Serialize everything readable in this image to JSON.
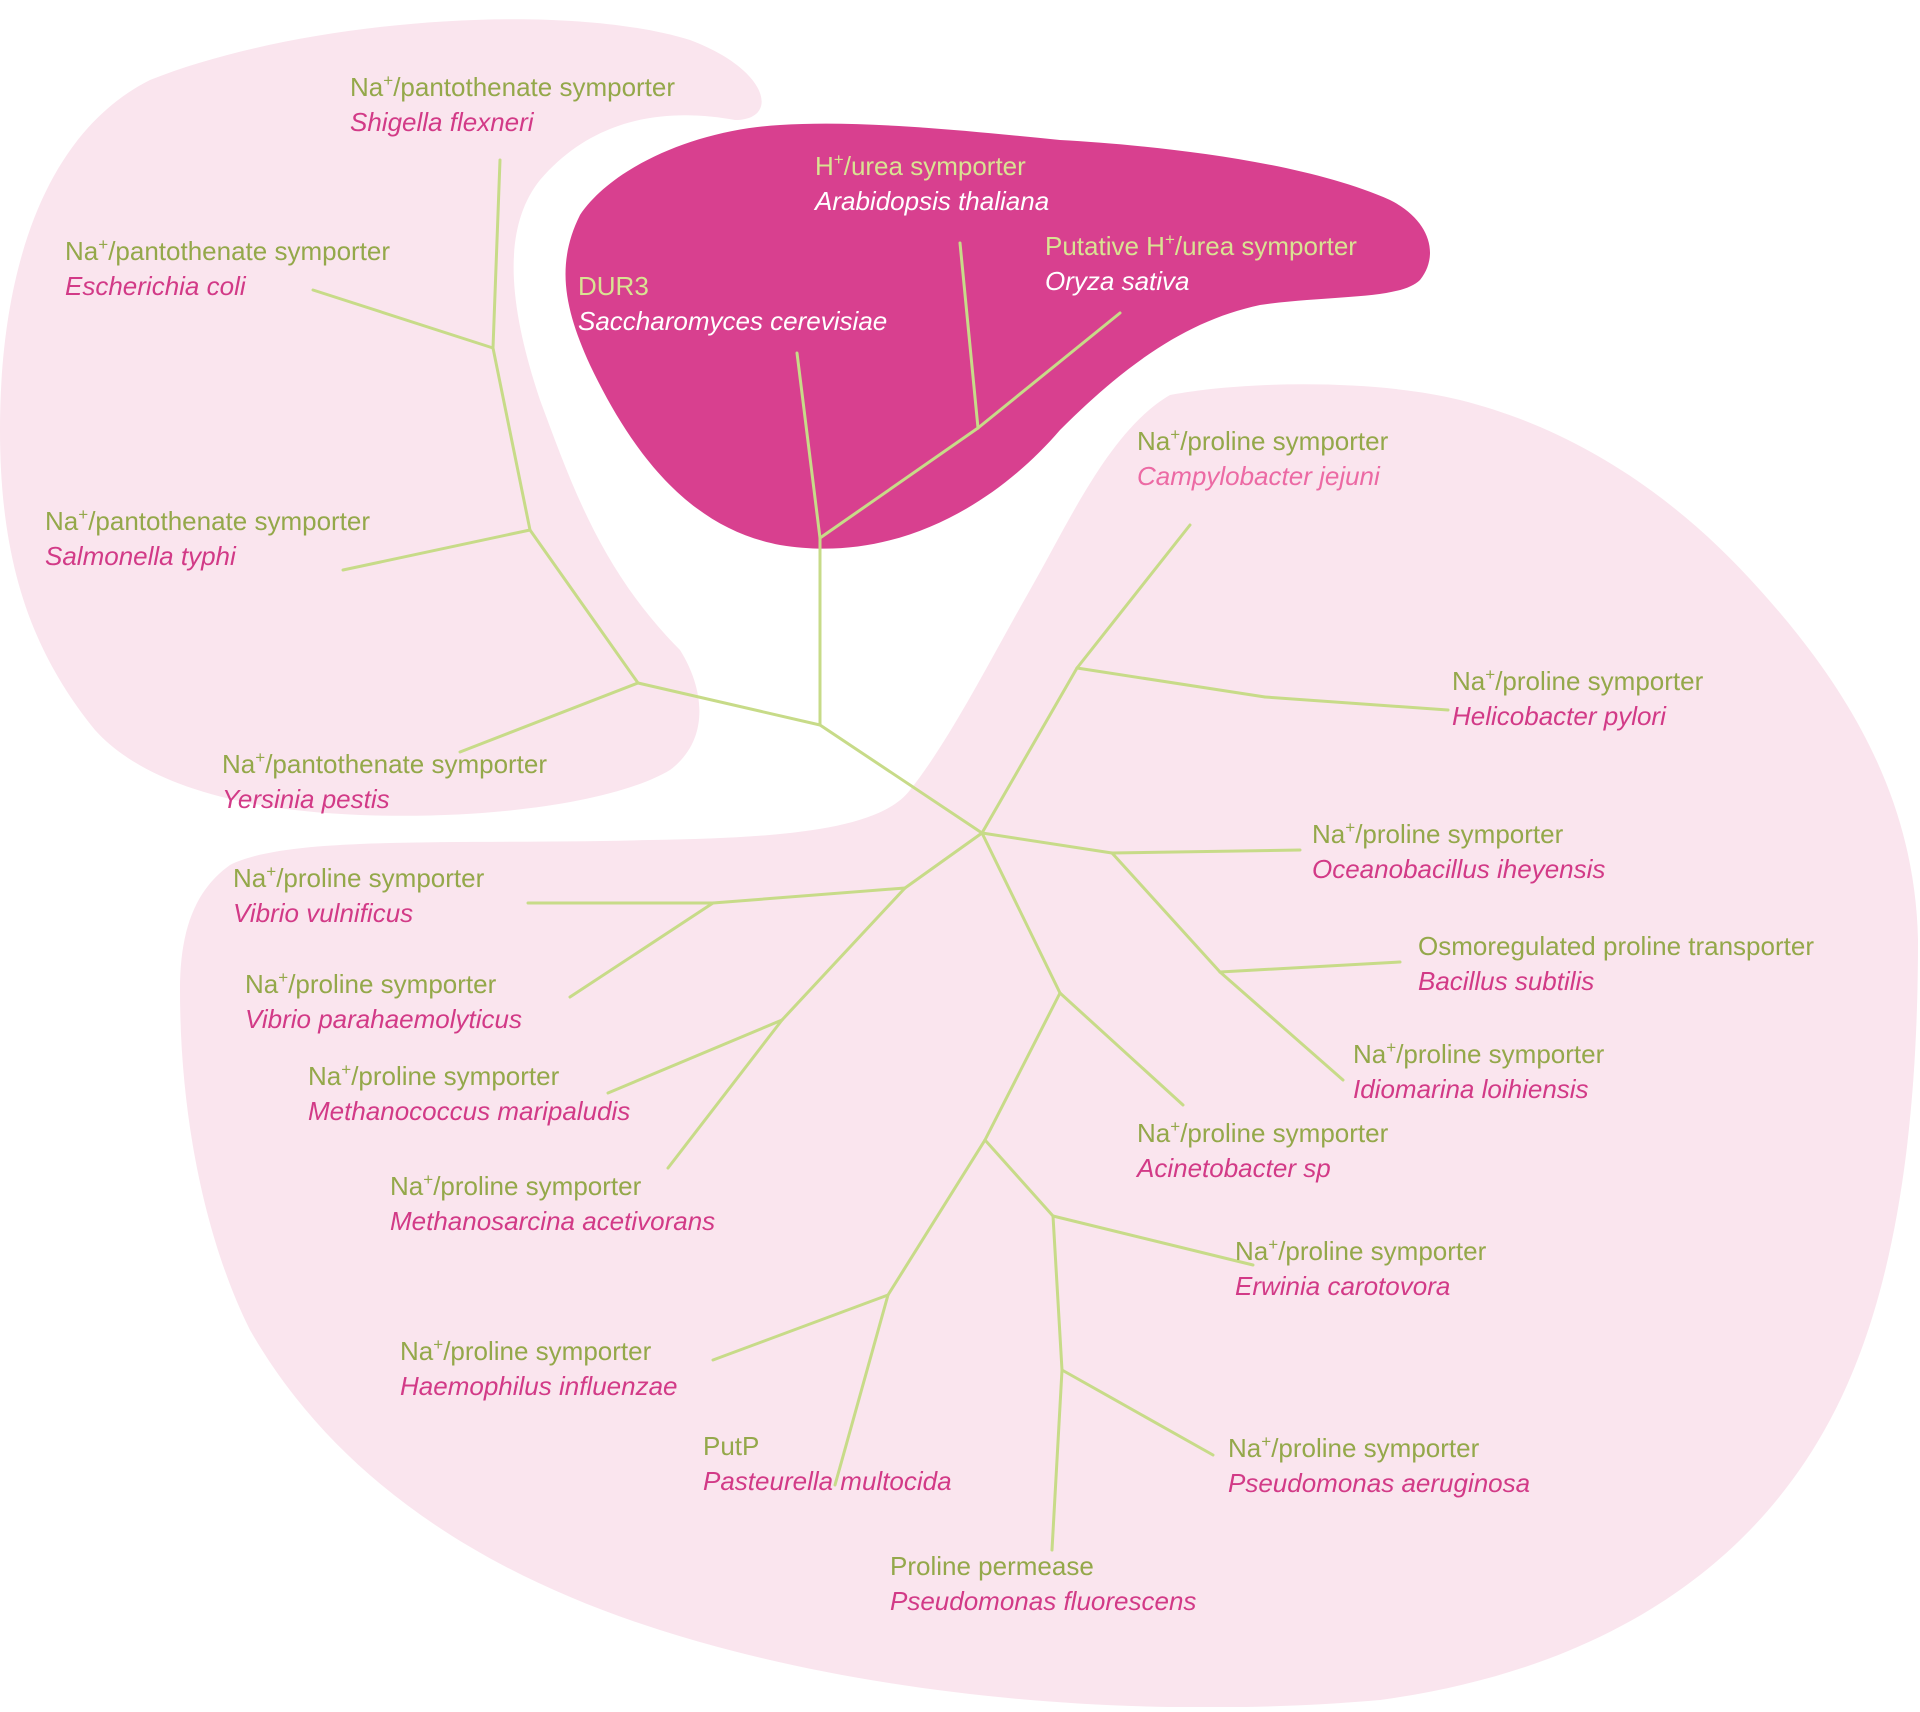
{
  "colors": {
    "background": "#ffffff",
    "cluster_light": "#fae5ee",
    "cluster_dark": "#d8408f",
    "branch": "#c7db88",
    "protein_label": "#94a84a",
    "protein_label_on_dark": "#d9e392",
    "species_label": "#d23a87",
    "species_label_on_dark": "#ffffff",
    "species_label_faded": "#ec6aa4"
  },
  "clusters": [
    {
      "name": "pantothenate-cluster",
      "tone": "light"
    },
    {
      "name": "urea-cluster",
      "tone": "dark"
    },
    {
      "name": "proline-cluster",
      "tone": "light"
    }
  ],
  "leaves": [
    {
      "id": "shigella",
      "protein_text": "Na",
      "superscript": "+",
      "protein_rest": "/pantothenate symporter",
      "species": "Shigella flexneri",
      "cluster": "pantothenate"
    },
    {
      "id": "ecoli",
      "protein_text": "Na",
      "superscript": "+",
      "protein_rest": "/pantothenate symporter",
      "species": "Escherichia coli",
      "cluster": "pantothenate"
    },
    {
      "id": "salmonella",
      "protein_text": "Na",
      "superscript": "+",
      "protein_rest": "/pantothenate symporter",
      "species": "Salmonella typhi",
      "cluster": "pantothenate"
    },
    {
      "id": "yersinia",
      "protein_text": "Na",
      "superscript": "+",
      "protein_rest": "/pantothenate symporter",
      "species": "Yersinia pestis",
      "cluster": "pantothenate"
    },
    {
      "id": "arabidopsis",
      "protein_text": "H",
      "superscript": "+",
      "protein_rest": "/urea symporter",
      "species": "Arabidopsis thaliana",
      "cluster": "urea"
    },
    {
      "id": "oryza",
      "protein_text": "Putative H",
      "superscript": "+",
      "protein_rest": "/urea symporter",
      "species": "Oryza sativa",
      "cluster": "urea"
    },
    {
      "id": "saccharomyces",
      "protein_text": "DUR3",
      "superscript": "",
      "protein_rest": "",
      "species": "Saccharomyces cerevisiae",
      "cluster": "urea"
    },
    {
      "id": "campylobacter",
      "protein_text": "Na",
      "superscript": "+",
      "protein_rest": "/proline symporter",
      "species": "Campylobacter jejuni",
      "cluster": "proline",
      "faded": true
    },
    {
      "id": "helicobacter",
      "protein_text": "Na",
      "superscript": "+",
      "protein_rest": "/proline symporter",
      "species": "Helicobacter pylori",
      "cluster": "proline"
    },
    {
      "id": "oceanobacillus",
      "protein_text": "Na",
      "superscript": "+",
      "protein_rest": "/proline symporter",
      "species": "Oceanobacillus iheyensis",
      "cluster": "proline"
    },
    {
      "id": "bsubtilis",
      "protein_text": "Osmoregulated proline transporter",
      "superscript": "",
      "protein_rest": "",
      "species": "Bacillus subtilis",
      "cluster": "proline"
    },
    {
      "id": "idiomarina",
      "protein_text": "Na",
      "superscript": "+",
      "protein_rest": "/proline symporter",
      "species": "Idiomarina loihiensis",
      "cluster": "proline"
    },
    {
      "id": "acinetobacter",
      "protein_text": "Na",
      "superscript": "+",
      "protein_rest": "/proline symporter",
      "species": "Acinetobacter sp",
      "cluster": "proline"
    },
    {
      "id": "erwinia",
      "protein_text": "Na",
      "superscript": "+",
      "protein_rest": "/proline symporter",
      "species": "Erwinia carotovora",
      "cluster": "proline"
    },
    {
      "id": "paeruginosa",
      "protein_text": "Na",
      "superscript": "+",
      "protein_rest": "/proline symporter",
      "species": "Pseudomonas aeruginosa",
      "cluster": "proline"
    },
    {
      "id": "pfluorescens",
      "protein_text": "Proline permease",
      "superscript": "",
      "protein_rest": "",
      "species": "Pseudomonas fluorescens",
      "cluster": "proline"
    },
    {
      "id": "pasteurella",
      "protein_text": "PutP",
      "superscript": "",
      "protein_rest": "",
      "species": "Pasteurella multocida",
      "cluster": "proline"
    },
    {
      "id": "haemophilus",
      "protein_text": "Na",
      "superscript": "+",
      "protein_rest": "/proline symporter",
      "species": "Haemophilus influenzae",
      "cluster": "proline"
    },
    {
      "id": "vvulnificus",
      "protein_text": "Na",
      "superscript": "+",
      "protein_rest": "/proline symporter",
      "species": "Vibrio vulnificus",
      "cluster": "proline"
    },
    {
      "id": "vparahaemolyticus",
      "protein_text": "Na",
      "superscript": "+",
      "protein_rest": "/proline symporter",
      "species": "Vibrio parahaemolyticus",
      "cluster": "proline"
    },
    {
      "id": "methanococcus",
      "protein_text": "Na",
      "superscript": "+",
      "protein_rest": "/proline symporter",
      "species": "Methanococcus maripaludis",
      "cluster": "proline"
    },
    {
      "id": "methanosarcina",
      "protein_text": "Na",
      "superscript": "+",
      "protein_rest": "/proline symporter",
      "species": "Methanosarcina acetivorans",
      "cluster": "proline"
    }
  ]
}
